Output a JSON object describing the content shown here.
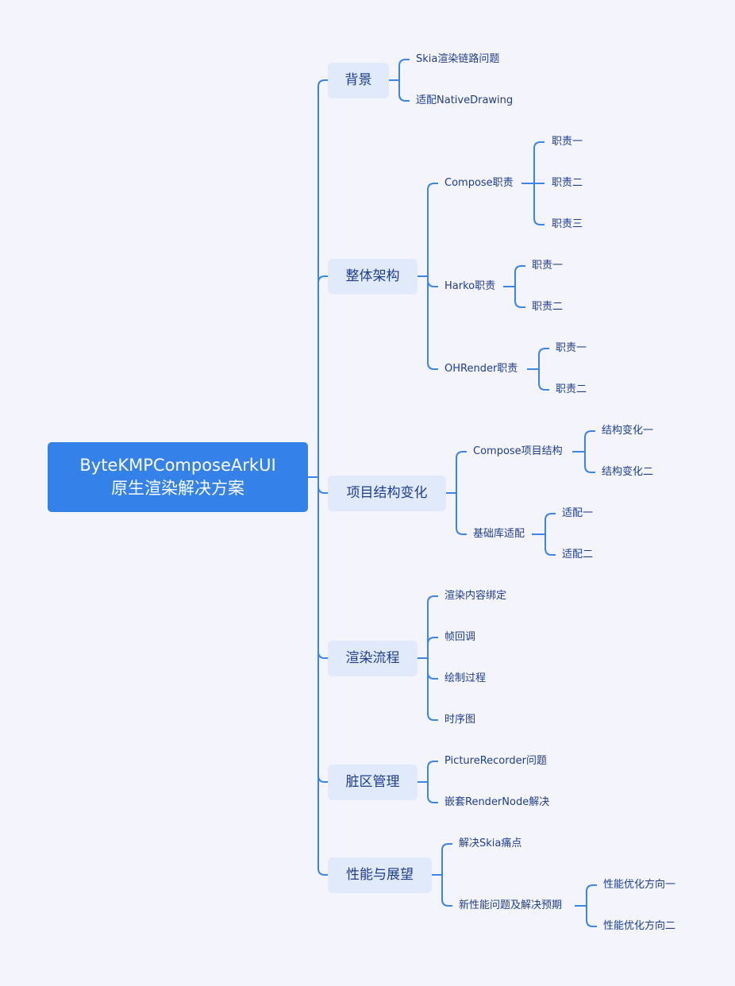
{
  "root": {
    "line1": "ByteKMPComposeArkUI",
    "line2": "原生渲染解决方案"
  },
  "branches": [
    {
      "label": "背景",
      "children": [
        {
          "label": "Skia渲染链路问题"
        },
        {
          "label": "适配NativeDrawing"
        }
      ]
    },
    {
      "label": "整体架构",
      "children": [
        {
          "label": "Compose职责",
          "children": [
            {
              "label": "职责一"
            },
            {
              "label": "职责二"
            },
            {
              "label": "职责三"
            }
          ]
        },
        {
          "label": "Harko职责",
          "children": [
            {
              "label": "职责一"
            },
            {
              "label": "职责二"
            }
          ]
        },
        {
          "label": "OHRender职责",
          "children": [
            {
              "label": "职责一"
            },
            {
              "label": "职责二"
            }
          ]
        }
      ]
    },
    {
      "label": "项目结构变化",
      "children": [
        {
          "label": "Compose项目结构",
          "children": [
            {
              "label": "结构变化一"
            },
            {
              "label": "结构变化二"
            }
          ]
        },
        {
          "label": "基础库适配",
          "children": [
            {
              "label": "适配一"
            },
            {
              "label": "适配二"
            }
          ]
        }
      ]
    },
    {
      "label": "渲染流程",
      "children": [
        {
          "label": "渲染内容绑定"
        },
        {
          "label": "帧回调"
        },
        {
          "label": "绘制过程"
        },
        {
          "label": "时序图"
        }
      ]
    },
    {
      "label": "脏区管理",
      "children": [
        {
          "label": "PictureRecorder问题"
        },
        {
          "label": "嵌套RenderNode解决"
        }
      ]
    },
    {
      "label": "性能与展望",
      "children": [
        {
          "label": "解决Skia痛点"
        },
        {
          "label": "新性能问题及解决预期",
          "children": [
            {
              "label": "性能优化方向一"
            },
            {
              "label": "性能优化方向二"
            }
          ]
        }
      ]
    }
  ],
  "colors": {
    "root": "#3381e9",
    "branch_bg": "#e1eafb",
    "line": "#3a84ea",
    "text": "#1d3d91",
    "background": "#f4f5fc"
  }
}
